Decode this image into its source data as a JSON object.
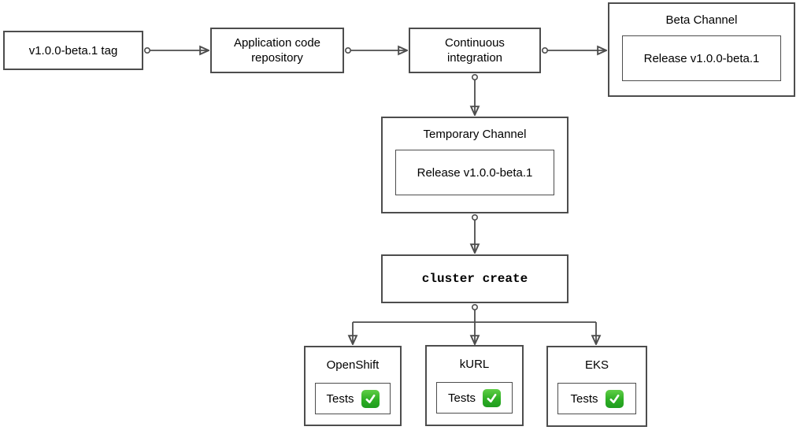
{
  "colors": {
    "stroke": "#4d4d4d",
    "text": "#000000",
    "background": "#ffffff",
    "check_green": "#2eae24"
  },
  "nodes": {
    "tag": {
      "label": "v1.0.0-beta.1 tag"
    },
    "repo": {
      "label": "Application code repository"
    },
    "ci": {
      "label": "Continuous integration"
    },
    "beta_channel": {
      "title": "Beta Channel",
      "release": "Release v1.0.0-beta.1"
    },
    "temp_channel": {
      "title": "Temporary Channel",
      "release": "Release v1.0.0-beta.1"
    },
    "cluster_create": {
      "label": "cluster create"
    },
    "openshift": {
      "title": "OpenShift",
      "tests_label": "Tests",
      "check_icon": "✅"
    },
    "kurl": {
      "title": "kURL",
      "tests_label": "Tests",
      "check_icon": "✅"
    },
    "eks": {
      "title": "EKS",
      "tests_label": "Tests",
      "check_icon": "✅"
    }
  },
  "edges": [
    {
      "from": "tag",
      "to": "repo"
    },
    {
      "from": "repo",
      "to": "ci"
    },
    {
      "from": "ci",
      "to": "beta_channel"
    },
    {
      "from": "ci",
      "to": "temp_channel"
    },
    {
      "from": "temp_channel",
      "to": "cluster_create"
    },
    {
      "from": "cluster_create",
      "to": "openshift"
    },
    {
      "from": "cluster_create",
      "to": "kurl"
    },
    {
      "from": "cluster_create",
      "to": "eks"
    }
  ]
}
